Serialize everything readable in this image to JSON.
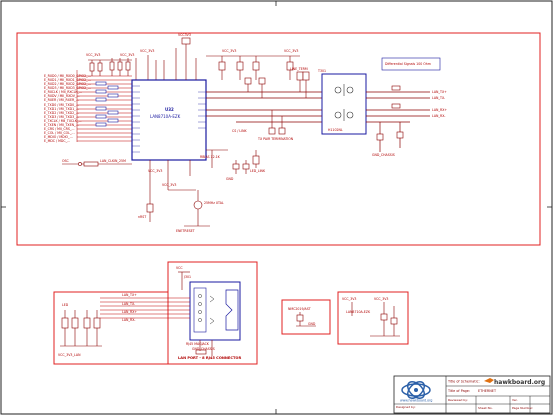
{
  "main_chip": {
    "ref": "U32",
    "part": "LAN8710A-EZK"
  },
  "connector_caption": "LAN PORT - 8 RJ45 CONNECTOR",
  "title_block": {
    "website": "www.hawkboard.org",
    "brand_name": "hawkboard.org",
    "rows": [
      {
        "label": "Title of Schematic:",
        "value": ""
      },
      {
        "label": "Title of Page:",
        "value": "ETHERNET"
      },
      {
        "label": "Designed by:",
        "value": ""
      },
      {
        "label": "Reviewed by:",
        "value": ""
      }
    ],
    "sheet_label": "Sheet No.",
    "version_label": "Ver.",
    "page_label": "Page Number:"
  },
  "colors": {
    "border": "#e02020",
    "wire": "#8b0000",
    "bus": "#1a1aa0",
    "logo_blue": "#2a5fa8",
    "logo_orange": "#e07010"
  }
}
